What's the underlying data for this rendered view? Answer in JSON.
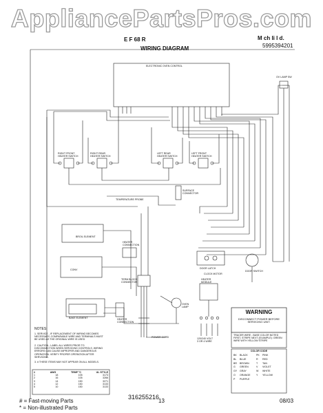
{
  "watermark": "AppliancePartsPros.com",
  "header": {
    "model": "E  F  68  R",
    "brand": "M  ch  Ii  I  d.",
    "part_number": "5995394201",
    "title": "WIRING DIAGRAM"
  },
  "labels": {
    "control": "ELECTRONIC OVEN CONTROL",
    "rf_switch": "RIGHT FRONT\nHEATER SWITCH",
    "rr_switch": "RIGHT REAR\nHEATER SWITCH",
    "lr_switch": "LEFT REAR\nHEATER SWITCH",
    "lf_switch": "LEFT FRONT\nHEATER SWITCH",
    "oven_lamp_sw": "OV LAMP SW",
    "surface_connector": "SURFACE\nCONNECTOR",
    "temp_probe": "TEMPERATURE PROBE",
    "broil": "BROIL ELEMENT",
    "heater_connection": "HEATER\nCONNECTION",
    "door_latch": "DOOR LATCH",
    "clock_motor": "CLOCK MOTOR",
    "oven_lamp": "OVEN\nLAMP",
    "terminal_block_connector": "TERM BLOCK\nCONNECTOR",
    "bake": "BAKE ELEMENT",
    "door_switch": "DOOR SWITCH",
    "heater_module": "HEATER\nMODULE",
    "lower_connection": "HEATER\nCONNECTION",
    "convection": "CONV",
    "power_cord": "POWER CORD",
    "power_supply": "120/240 VOLT\n3 OR 4 WIRE"
  },
  "notes": {
    "title": "NOTES:",
    "items": [
      "1. SERVICE - IF REPLACEMENT OF WIRING BECOMES NECESSARY, COMPARABLE WIRE AND TERMINALS MUST BE USED AS THE ORIGINAL WIRE IS USED",
      "2. CAUTION - LABEL ALL WIRES PRIOR TO DISCONNECTION WHEN SERVICING CONTROLS. WIRING ERRORS CAN CAUSE IMPROPER AND DANGEROUS OPERATION. VERIFY PROPER OPERATION AFTER SERVICING.",
      "3. # THESE ITEMS MAY NOT APPEAR ON ALL MODELS."
    ]
  },
  "temp_table": {
    "headers": [
      "#",
      "AWG",
      "TEMP °C",
      "UL STYLE"
    ],
    "rows": [
      [
        "1",
        "18",
        "105",
        "3173"
      ],
      [
        "2",
        "16",
        "105",
        "3266"
      ],
      [
        "3",
        "14",
        "150",
        "3271"
      ],
      [
        "4",
        "12",
        "150",
        "3133"
      ],
      [
        "5",
        "10",
        "150",
        "3133"
      ]
    ]
  },
  "warning": {
    "title": "WARNING",
    "text": "DISCONNECT POWER BEFORE SERVICING UNIT."
  },
  "tracer": {
    "text": "TRACER WIRE - BASE COLOR NOTED FIRST, STRIPE NEXT (EXAMPLE): GREEN WIRE WITH YELLOW STRIPE"
  },
  "color_code": {
    "title": "COLOR CODE",
    "rows": [
      [
        "BK",
        "BLACK",
        "PK",
        "PINK"
      ],
      [
        "BL",
        "BLUE",
        "R",
        "RED"
      ],
      [
        "BR",
        "BROWN",
        "T",
        "TAN"
      ],
      [
        "G",
        "GREEN",
        "V",
        "VIOLET"
      ],
      [
        "GY",
        "GRAY",
        "W",
        "WHITE"
      ],
      [
        "O",
        "ORANGE",
        "Y",
        "YELLOW"
      ],
      [
        "P",
        "PURPLE",
        "",
        ""
      ]
    ]
  },
  "diagram_number": "316255216",
  "footer": {
    "legend1": "# = Fast-moving Parts",
    "legend2": "* = Non-illustrated Parts",
    "page": "13",
    "date": "08/03"
  }
}
